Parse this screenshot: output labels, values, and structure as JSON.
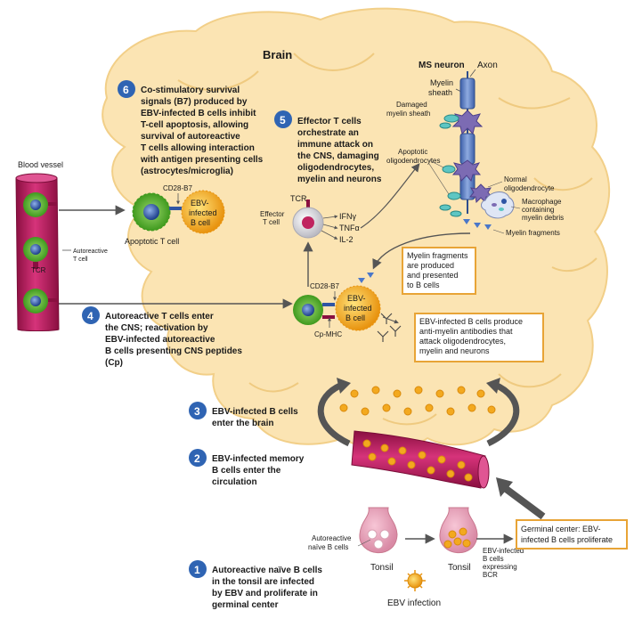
{
  "colors": {
    "brain": "#fbe4b3",
    "brain_edge": "#f2cf88",
    "vessel": "#c2185b",
    "vessel_dark": "#8a0f40",
    "tcell_green": "#5cb82f",
    "tcell_core": "#2f55a4",
    "bcell_orange": "#f3a91f",
    "step_circle": "#2f64b3",
    "box_border": "#e8a436",
    "arrow": "#555555"
  },
  "title": "Brain",
  "neuron": {
    "title": "MS neuron",
    "axon": "Axon",
    "myelin_sheath": [
      "Myelin",
      "sheath"
    ]
  },
  "labels": {
    "blood_vessel": "Blood vessel",
    "autoreactive_tcell": [
      "Autoreactive",
      "T cell"
    ],
    "tcr_vessel": "TCR",
    "cd28_b7_top": "CD28-B7",
    "ebv_bcell_top": [
      "EBV-",
      "infected",
      "B cell"
    ],
    "apoptotic_tcell": "Apoptotic T cell",
    "tcr_effector": "TCR",
    "effector_tcell": [
      "Effector",
      "T cell"
    ],
    "cytokines": [
      "IFNγ",
      "TNFα",
      "IL-2"
    ],
    "cd28_b7_mid": "CD28-B7",
    "ebv_bcell_mid": [
      "EBV-",
      "infected",
      "B cell"
    ],
    "cp_mhc": "Cp-MHC",
    "damaged_myelin": [
      "Damaged",
      "myelin sheath"
    ],
    "apoptotic_oligo": [
      "Apoptotic",
      "oligodendrocytes"
    ],
    "normal_oligo": [
      "Normal",
      "oligodendrocyte"
    ],
    "macrophage": [
      "Macrophage",
      "containing",
      "myelin debris"
    ],
    "myelin_fragments": "Myelin fragments",
    "autoreactive_naive": [
      "Autoreactive",
      "naïve B cells"
    ],
    "tonsil_left": "Tonsil",
    "tonsil_right": "Tonsil",
    "ebv_bcr": [
      "EBV-infected",
      "B cells",
      "expressing",
      "BCR"
    ],
    "ebv_infection": "EBV infection"
  },
  "boxes": {
    "myelin_box": [
      "Myelin fragments",
      "are produced",
      "and presented",
      "to B cells"
    ],
    "antibody_box": [
      "EBV-infected B cells produce",
      "anti-myelin antibodies that",
      "attack oligodendrocytes,",
      "myelin and neurons"
    ],
    "germinal_box": [
      "Germinal center: EBV-",
      "infected B cells proliferate"
    ]
  },
  "steps": [
    {
      "num": "1",
      "lines": [
        "Autoreactive naïve B cells",
        "in the tonsil are infected",
        "by EBV and proliferate in",
        "germinal center"
      ]
    },
    {
      "num": "2",
      "lines": [
        "EBV-infected memory",
        "B cells enter the",
        "circulation"
      ]
    },
    {
      "num": "3",
      "lines": [
        "EBV-infected B cells",
        "enter the brain"
      ]
    },
    {
      "num": "4",
      "lines": [
        "Autoreactive T cells enter",
        "the CNS; reactivation by",
        "EBV-infected autoreactive",
        "B cells presenting CNS peptides",
        "(Cp)"
      ]
    },
    {
      "num": "5",
      "lines": [
        "Effector T cells",
        "orchestrate an",
        "immune attack on",
        "the CNS, damaging",
        "oligodendrocytes,",
        "myelin and neurons"
      ]
    },
    {
      "num": "6",
      "lines": [
        "Co-stimulatory survival",
        "signals (B7) produced by",
        "EBV-infected B cells inhibit",
        "T-cell apoptosis, allowing",
        "survival of autoreactive",
        "T cells allowing interaction",
        "with antigen presenting cells",
        "(astrocytes/microglia)"
      ]
    }
  ]
}
